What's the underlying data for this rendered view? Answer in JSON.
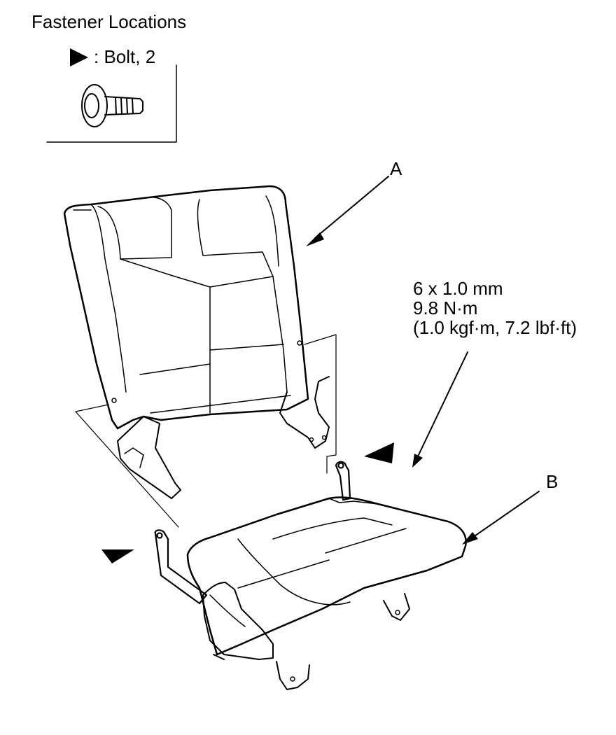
{
  "title": "Fastener Locations",
  "legend": {
    "icon": "bolt-arrow-icon",
    "text": ": Bolt, 2"
  },
  "callouts": {
    "a": "A",
    "b": "B"
  },
  "torque_spec": {
    "line1": "6 x 1.0 mm",
    "line2": "9.8 N·m",
    "line3": "(1.0 kgf·m, 7.2 lbf·ft)"
  }
}
